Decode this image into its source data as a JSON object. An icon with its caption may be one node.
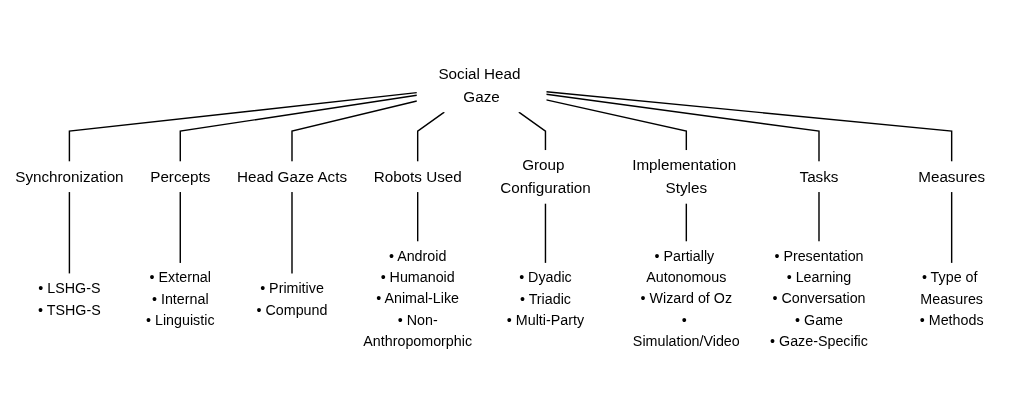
{
  "diagram": {
    "nodes": [
      {
        "text": [
          "Social Head Gaze"
        ]
      },
      {
        "text": [
          "Synchronization"
        ]
      },
      {
        "text": [
          "Percepts"
        ]
      },
      {
        "text": [
          "Head Gaze Acts"
        ]
      },
      {
        "text": [
          "Robots Used"
        ]
      },
      {
        "text": [
          "Group Configuration"
        ]
      },
      {
        "text": [
          "Implementation Styles"
        ]
      },
      {
        "text": [
          "Tasks"
        ]
      },
      {
        "text": [
          "Measures"
        ]
      },
      {
        "text": [
          "• LSHG-S",
          "• TSHG-S"
        ]
      },
      {
        "text": [
          "• External",
          "• Internal",
          "• Linguistic"
        ]
      },
      {
        "text": [
          "• Primitive",
          "• Compund"
        ]
      },
      {
        "text": [
          "• Android",
          "• Humanoid",
          "• Animal-Like",
          "• Non-Anthropomorphic"
        ]
      },
      {
        "text": [
          "• Dyadic",
          "• Triadic",
          "• Multi-Party"
        ]
      },
      {
        "text": [
          "• Partially Autonomous",
          "• Wizard of Oz",
          "• Simulation/Video"
        ]
      },
      {
        "text": [
          "• Presentation",
          "• Learning",
          "• Conversation",
          "• Game",
          "• Gaze-Specific"
        ]
      },
      {
        "text": [
          "• Type of Measures",
          "• Methods"
        ]
      }
    ],
    "edges": [
      {
        "from": 0,
        "to": 1,
        "arrow": "none"
      },
      {
        "from": 0,
        "to": 2,
        "arrow": "none"
      },
      {
        "from": 0,
        "to": 3,
        "arrow": "none"
      },
      {
        "from": 0,
        "to": 4,
        "arrow": "none"
      },
      {
        "from": 0,
        "to": 5,
        "arrow": "none"
      },
      {
        "from": 0,
        "to": 6,
        "arrow": "none"
      },
      {
        "from": 0,
        "to": 7,
        "arrow": "none"
      },
      {
        "from": 0,
        "to": 8,
        "arrow": "none"
      },
      {
        "from": 1,
        "to": 9,
        "arrow": "none"
      },
      {
        "from": 2,
        "to": 10,
        "arrow": "none"
      },
      {
        "from": 3,
        "to": 11,
        "arrow": "none"
      },
      {
        "from": 4,
        "to": 12,
        "arrow": "none"
      },
      {
        "from": 5,
        "to": 13,
        "arrow": "none"
      },
      {
        "from": 6,
        "to": 14,
        "arrow": "none"
      },
      {
        "from": 7,
        "to": 15,
        "arrow": "none"
      },
      {
        "from": 8,
        "to": 16,
        "arrow": "none"
      }
    ]
  }
}
